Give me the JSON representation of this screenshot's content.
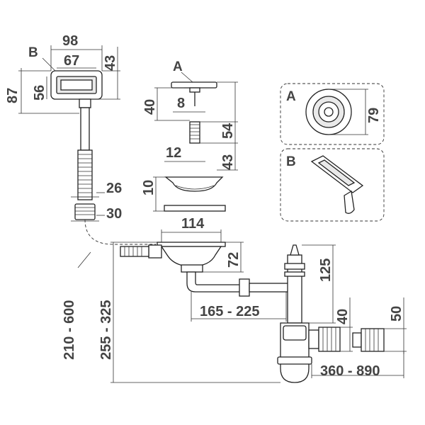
{
  "labels": {
    "overflow_part": "B",
    "strainer_part": "A",
    "detail_a": "A",
    "detail_b": "B"
  },
  "dimensions": {
    "overflow_width": "98",
    "overflow_inner_width": "67",
    "overflow_height": "43",
    "overflow_inner_height": "56",
    "overflow_total_height": "87",
    "hose_fitting_1": "26",
    "hose_fitting_2": "30",
    "hose_length": "210 - 600",
    "stopper_height": "40",
    "stopper_pin": "8",
    "stopper_total": "54",
    "screw_length": "12",
    "screw_height": "43",
    "basket_height": "10",
    "bowl_width": "114",
    "bowl_depth": "72",
    "pipe_length": "165 - 225",
    "standpipe_height": "125",
    "outlet_height": "40",
    "outlet_diameter": "50",
    "extension_length": "360 - 890",
    "total_height": "255 - 325",
    "detail_a_diameter": "79"
  },
  "colors": {
    "line": "#222222",
    "text": "#444444",
    "fill": "#e9e9e9"
  }
}
